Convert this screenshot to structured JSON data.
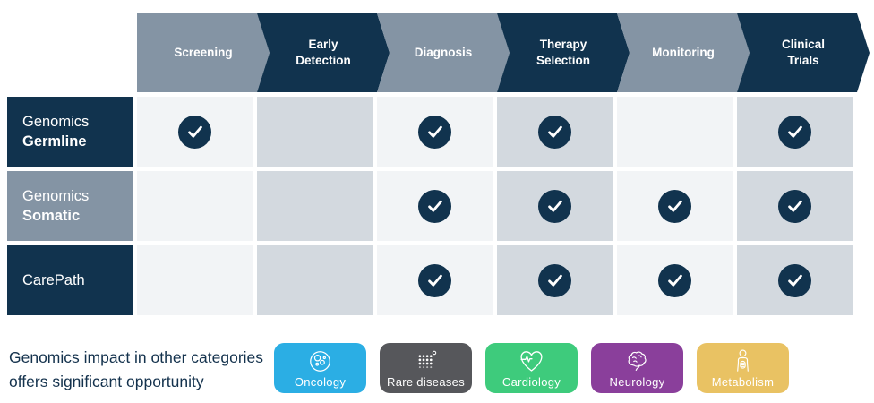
{
  "colors": {
    "navy": "#11334E",
    "slate": "#8494A4",
    "cell_light": "#F2F4F6",
    "cell_shaded": "#D3D9DF",
    "note_text": "#14324D"
  },
  "matrix": {
    "columns": [
      {
        "label": "Screening",
        "label_lines": [
          "Screening"
        ],
        "tone": "slate"
      },
      {
        "label": "Early Detection",
        "label_lines": [
          "Early",
          "Detection"
        ],
        "tone": "navy"
      },
      {
        "label": "Diagnosis",
        "label_lines": [
          "Diagnosis"
        ],
        "tone": "slate"
      },
      {
        "label": "Therapy Selection",
        "label_lines": [
          "Therapy",
          "Selection"
        ],
        "tone": "navy"
      },
      {
        "label": "Monitoring",
        "label_lines": [
          "Monitoring"
        ],
        "tone": "slate"
      },
      {
        "label": "Clinical Trials",
        "label_lines": [
          "Clinical",
          "Trials"
        ],
        "tone": "navy"
      }
    ],
    "rows": [
      {
        "label_lines": [
          {
            "text": "Genomics",
            "bold": false
          },
          {
            "text": "Germline",
            "bold": true
          }
        ],
        "tone": "navy",
        "checks": [
          true,
          false,
          true,
          true,
          false,
          true
        ]
      },
      {
        "label_lines": [
          {
            "text": "Genomics",
            "bold": false
          },
          {
            "text": "Somatic",
            "bold": true
          }
        ],
        "tone": "slate",
        "checks": [
          false,
          false,
          true,
          true,
          true,
          true
        ]
      },
      {
        "label_lines": [
          {
            "text": "CarePath",
            "bold": false
          }
        ],
        "tone": "navy",
        "checks": [
          false,
          false,
          true,
          true,
          true,
          true
        ]
      }
    ]
  },
  "footer": {
    "note_lines": [
      "Genomics impact in other categories",
      "offers significant opportunity"
    ],
    "badges": [
      {
        "label": "Oncology",
        "color": "#2BAEE4",
        "icon": "cells-icon"
      },
      {
        "label": "Rare diseases",
        "color": "#56575B",
        "icon": "dot-grid-icon"
      },
      {
        "label": "Cardiology",
        "color": "#3ECB7C",
        "icon": "heart-ecg-icon"
      },
      {
        "label": "Neurology",
        "color": "#8A3F9B",
        "icon": "brain-icon"
      },
      {
        "label": "Metabolism",
        "color": "#E9C263",
        "icon": "metabolism-icon"
      }
    ]
  }
}
